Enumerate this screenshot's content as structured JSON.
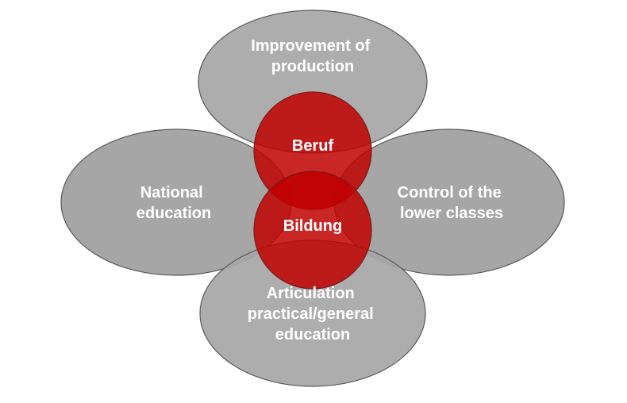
{
  "colors": {
    "outer_fill": "#a6a6a6",
    "outer_stroke": "#595959",
    "inner_fill": "#c00000",
    "inner_stroke": "#7a1a1a",
    "text": "#ffffff"
  },
  "outer": {
    "top": [
      "Improvement of",
      "production"
    ],
    "left": [
      "National",
      "education"
    ],
    "right": [
      "Control of the",
      "lower classes"
    ],
    "bottom": [
      "Articulation",
      "practical/general",
      "education"
    ]
  },
  "inner": {
    "upper": "Beruf",
    "lower": "Bildung"
  }
}
